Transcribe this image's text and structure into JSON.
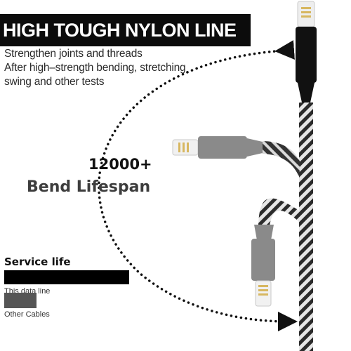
{
  "banner": {
    "title": "HIGH TOUGH NYLON LINE"
  },
  "features": [
    "Strengthen joints and threads",
    "After high–strength bending, stretching",
    "swing and other tests"
  ],
  "lifespan": {
    "number": "12000+",
    "caption": "Bend Lifespan"
  },
  "legend": {
    "title": "Service life",
    "items": [
      {
        "label": "This data line",
        "color": "#000000",
        "relative_life": 1.0
      },
      {
        "label": "Other Cables",
        "color": "#555555",
        "relative_life": 0.26
      }
    ]
  },
  "icons": [
    "lightning-connector-icon",
    "braided-cable-icon",
    "dotted-arc-arrow-icon"
  ]
}
